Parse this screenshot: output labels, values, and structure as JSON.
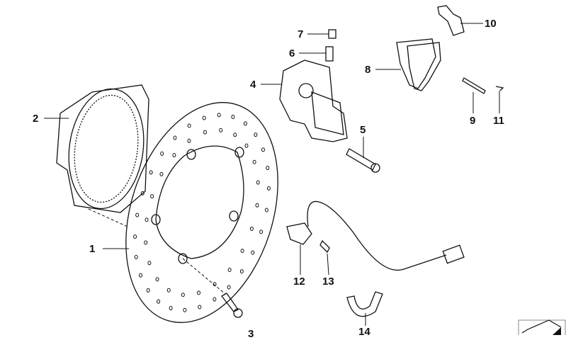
{
  "diagram": {
    "callouts": [
      {
        "id": "1",
        "text": "1"
      },
      {
        "id": "2",
        "text": "2"
      },
      {
        "id": "3",
        "text": "3"
      },
      {
        "id": "4",
        "text": "4"
      },
      {
        "id": "5",
        "text": "5"
      },
      {
        "id": "6",
        "text": "6"
      },
      {
        "id": "7",
        "text": "7"
      },
      {
        "id": "8",
        "text": "8"
      },
      {
        "id": "9",
        "text": "9"
      },
      {
        "id": "10",
        "text": "10"
      },
      {
        "id": "11",
        "text": "11"
      },
      {
        "id": "12",
        "text": "12"
      },
      {
        "id": "13",
        "text": "13"
      },
      {
        "id": "14",
        "text": "14"
      }
    ],
    "corner_icon": "part-box-icon"
  }
}
